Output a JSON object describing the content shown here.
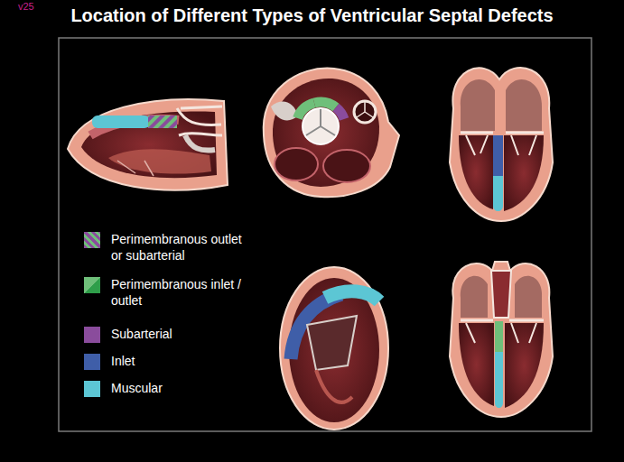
{
  "diagram": {
    "title": "Location of Different Types of Ventricular Septal Defects",
    "labels": [
      "v25"
    ],
    "legend": [
      {
        "text": "Perimembranous outlet or subarterial"
      },
      {
        "text": "Perimembranous inlet / outlet"
      },
      {
        "text": "Subarterial",
        "color": "#8a4c9c"
      },
      {
        "text": "Inlet",
        "color": "#3f5ea8"
      },
      {
        "text": "Muscular",
        "color": "#5cc6d4"
      }
    ]
  }
}
